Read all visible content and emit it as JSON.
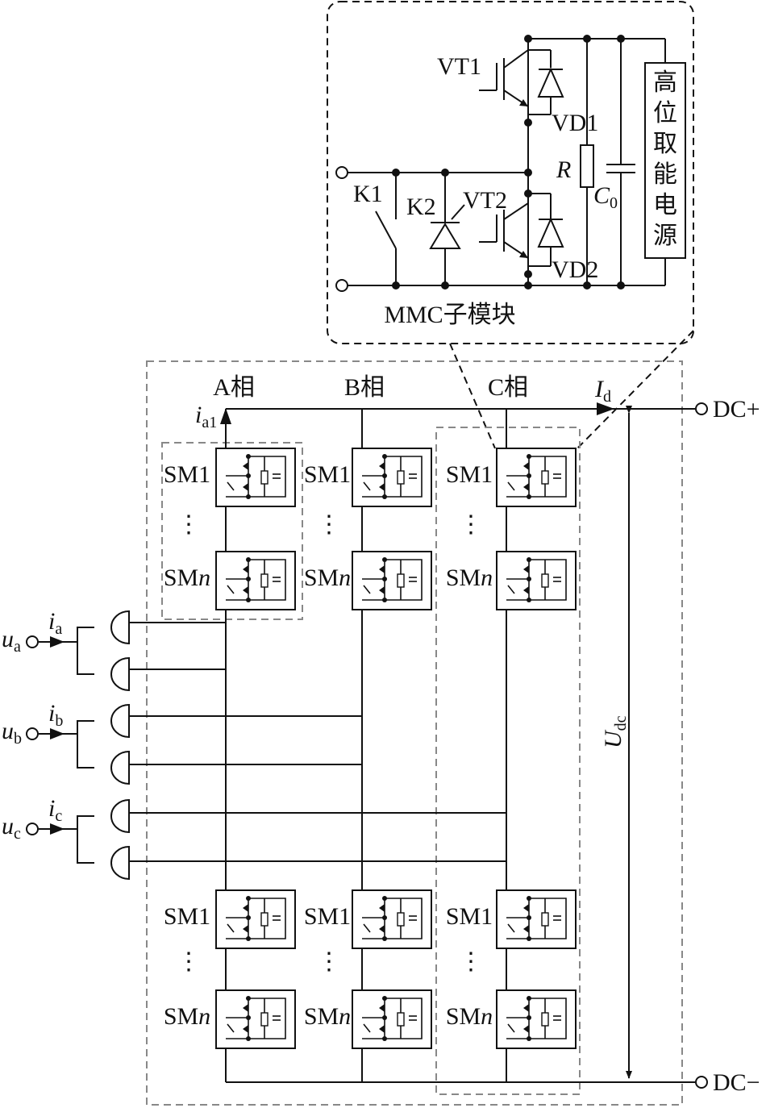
{
  "submodule_detail": {
    "title": "MMC子模块",
    "vt1": "VT1",
    "vd1": "VD1",
    "vt2": "VT2",
    "vd2": "VD2",
    "k1": "K1",
    "k2": "K2",
    "resistor": "R",
    "capacitor": "C",
    "capacitor_sub": "0",
    "power_supply": [
      "高",
      "位",
      "取",
      "能",
      "电",
      "源"
    ]
  },
  "phases": [
    "A相",
    "B相",
    "C相"
  ],
  "arm_modules": {
    "first": "SM1",
    "last_prefix": "SM",
    "last_index": "n"
  },
  "currents": {
    "ia1": {
      "main": "i",
      "sub": "a1"
    },
    "id": {
      "main": "I",
      "sub": "d"
    },
    "ia": {
      "main": "i",
      "sub": "a"
    },
    "ib": {
      "main": "i",
      "sub": "b"
    },
    "ic": {
      "main": "i",
      "sub": "c"
    }
  },
  "voltages": {
    "ua": {
      "main": "u",
      "sub": "a"
    },
    "ub": {
      "main": "u",
      "sub": "b"
    },
    "uc": {
      "main": "u",
      "sub": "c"
    },
    "udc": {
      "main": "U",
      "sub": "dc"
    }
  },
  "terminals": {
    "dc_pos": "DC+",
    "dc_neg": "DC−"
  },
  "ellipsis": "⋮"
}
